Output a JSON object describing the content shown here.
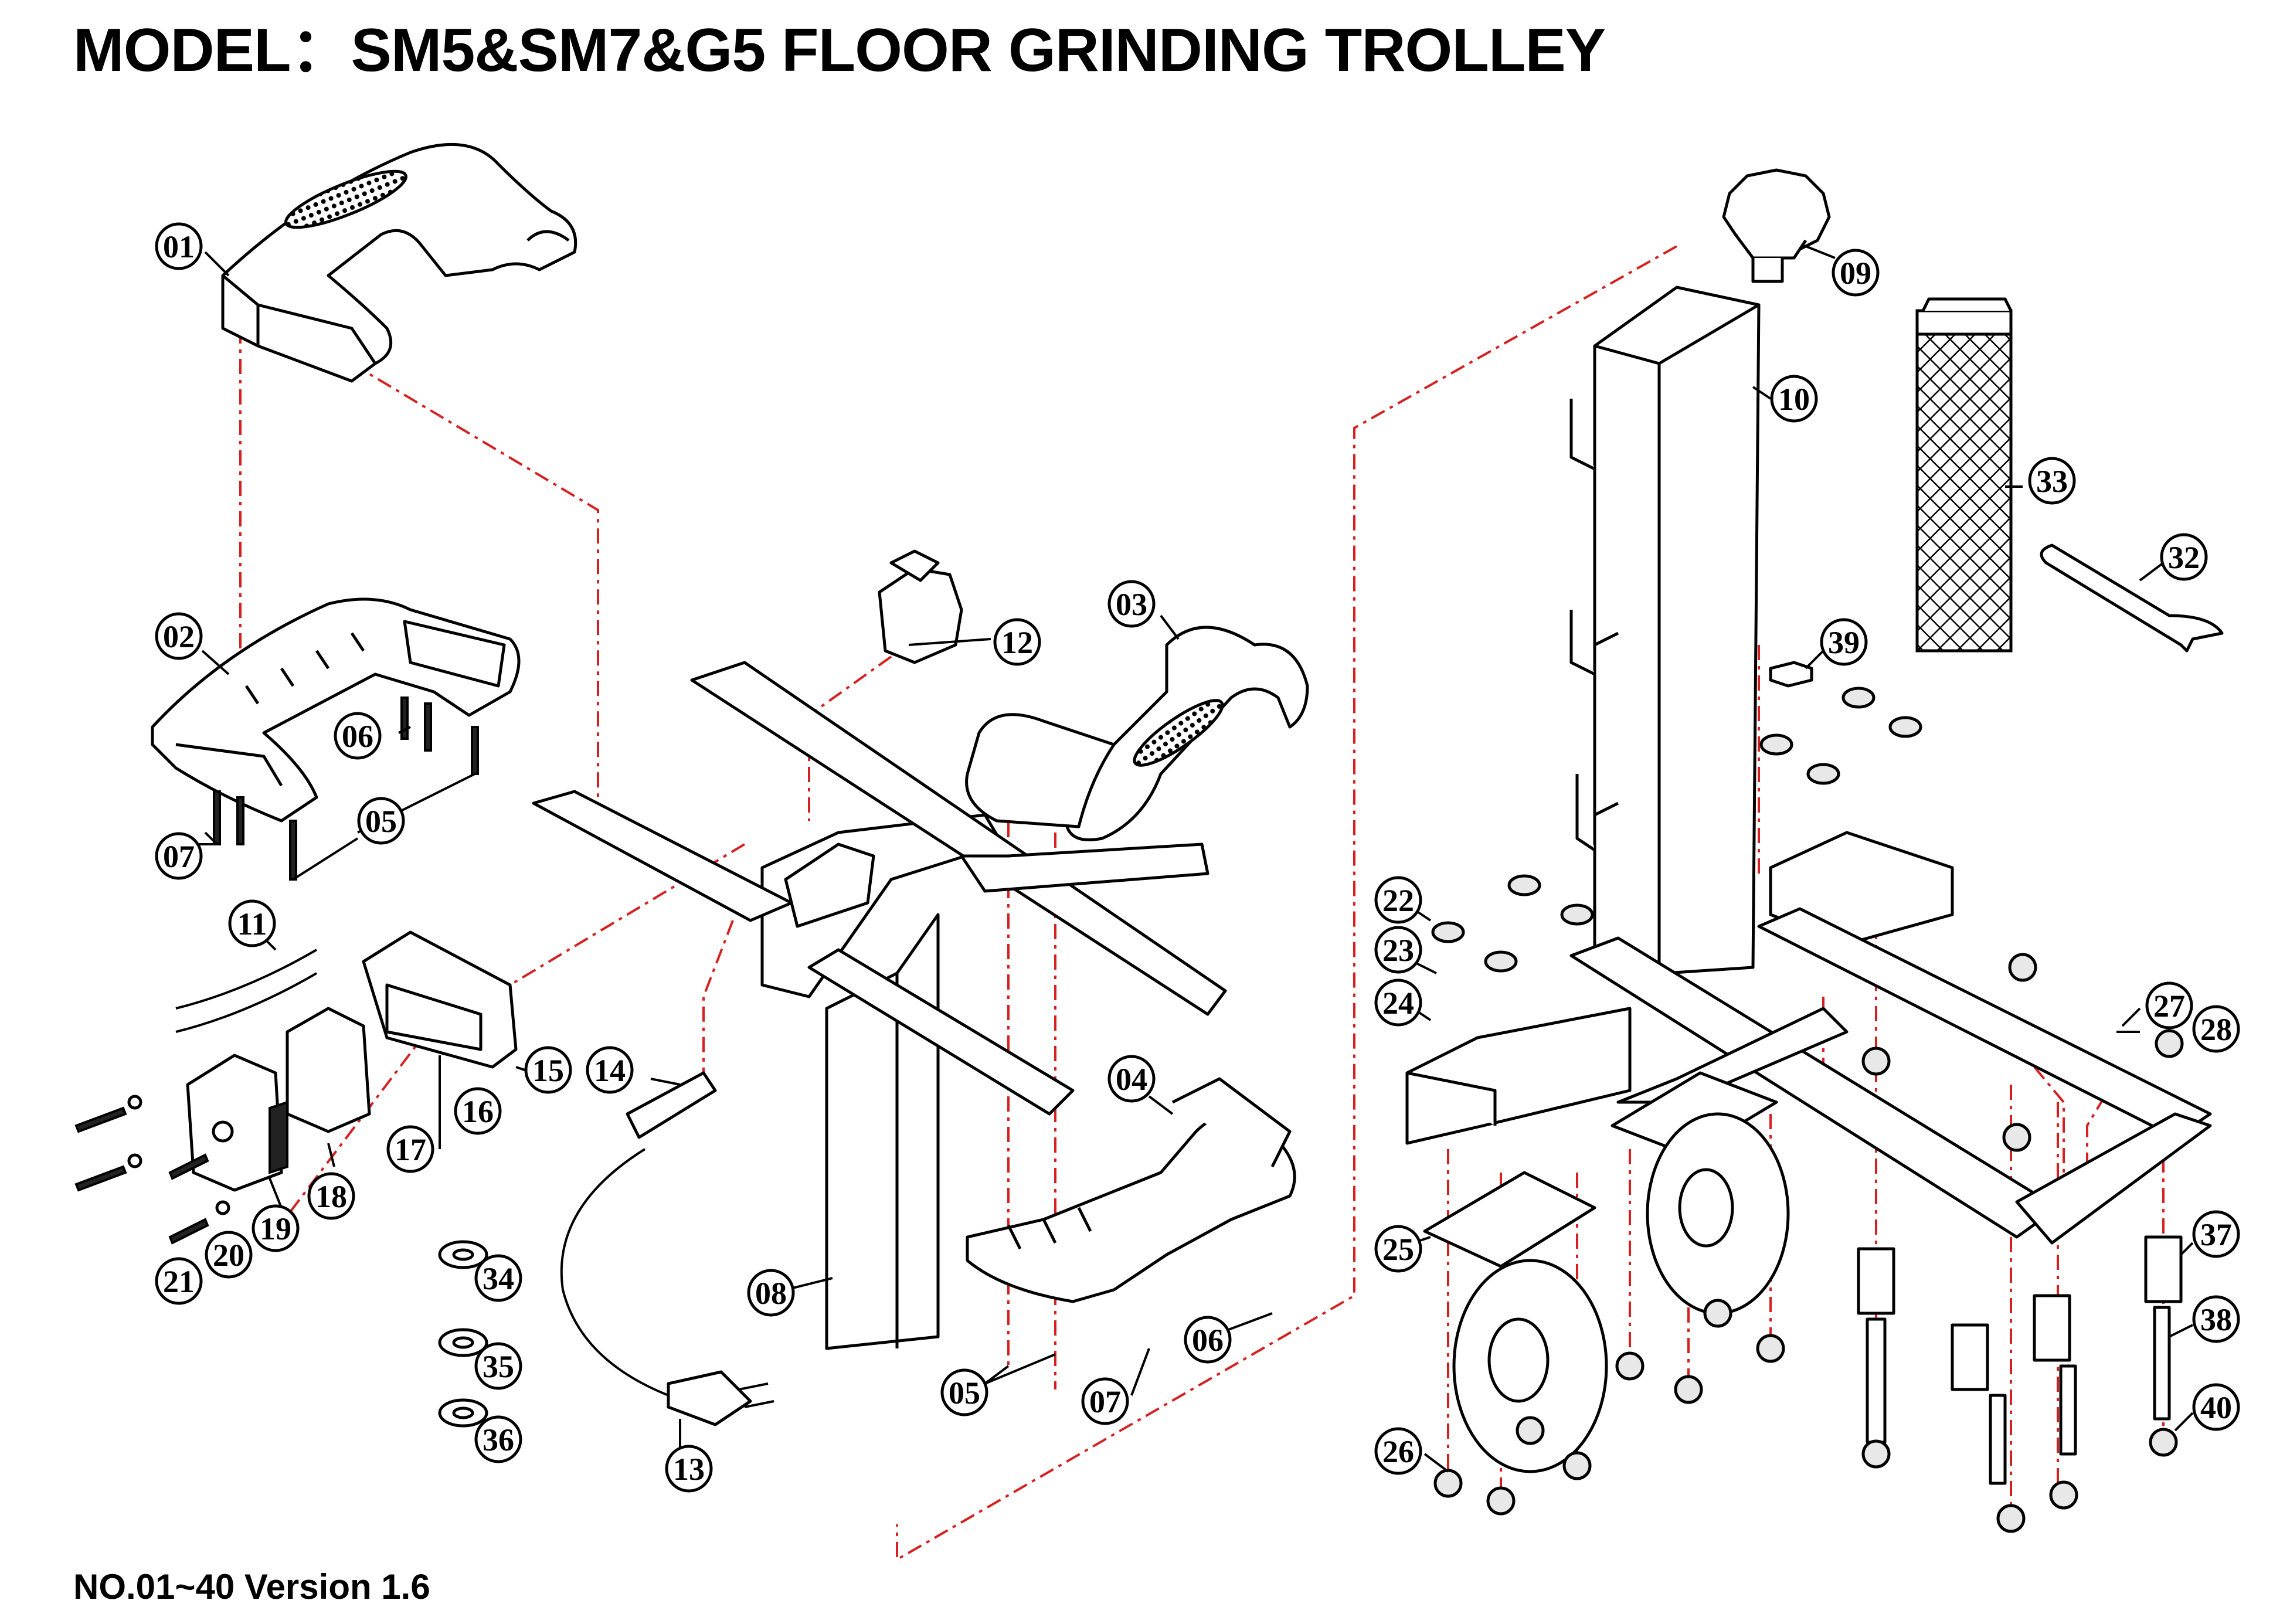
{
  "title": "MODEL：SM5&SM7&G5 FLOOR GRINDING TROLLEY",
  "footer": "NO.01~40  Version 1.6",
  "colors": {
    "assembly_line": "#d62020",
    "line_art": "#000000"
  },
  "part_labels": [
    "01",
    "02",
    "03",
    "04",
    "05",
    "05",
    "06",
    "06",
    "07",
    "07",
    "08",
    "09",
    "10",
    "11",
    "12",
    "13",
    "14",
    "15",
    "16",
    "17",
    "18",
    "19",
    "20",
    "21",
    "22",
    "23",
    "24",
    "25",
    "26",
    "27",
    "28",
    "32",
    "33",
    "34",
    "35",
    "36",
    "37",
    "38",
    "39",
    "40"
  ]
}
